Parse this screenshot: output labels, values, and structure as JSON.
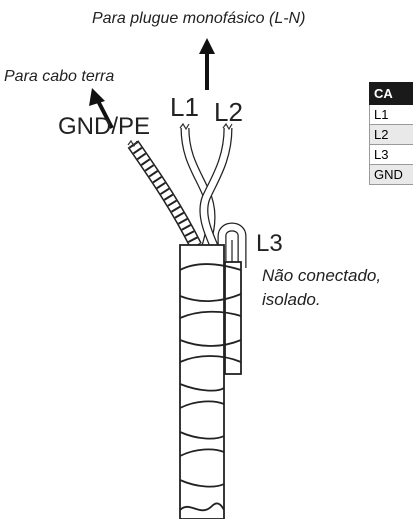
{
  "annotations": {
    "phase_plug": "Para plugue monofásico (L-N)",
    "ground_cable": "Para cabo terra",
    "l3_note_line1": "Não conectado,",
    "l3_note_line2": "isolado."
  },
  "wire_labels": {
    "gnd": "GND/PE",
    "l1": "L1",
    "l2": "L2",
    "l3": "L3"
  },
  "table": {
    "header": "CA",
    "rows": [
      "L1",
      "L2",
      "L3",
      "GND"
    ]
  },
  "colors": {
    "line": "#222222",
    "table_header_bg": "#1a1a1a",
    "table_shade": "#e9e9e9"
  }
}
